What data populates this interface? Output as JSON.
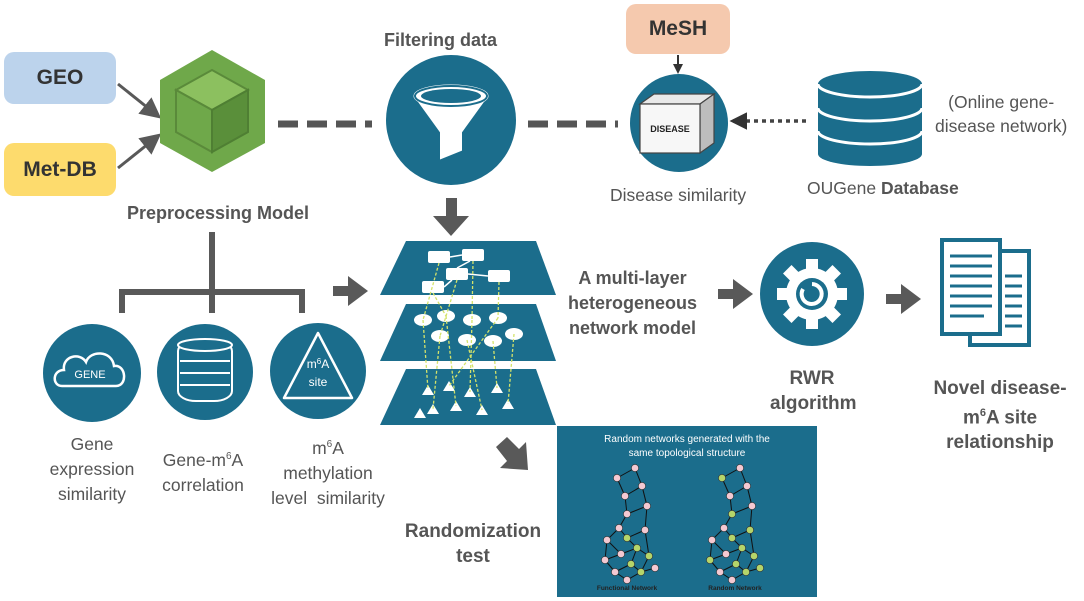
{
  "sources": {
    "geo": "GEO",
    "metdb": "Met-DB",
    "mesh": "MeSH"
  },
  "labels": {
    "filtering": "Filtering data",
    "preprocessing": "Preprocessing Model",
    "disease_similarity": "Disease similarity",
    "online_network": [
      "(Online gene-",
      "disease network)"
    ],
    "ougene_prefix": "OUGene ",
    "ougene_suffix": "Database",
    "multilayer": [
      "A multi-layer",
      "heterogeneous",
      "network model"
    ],
    "rwr": [
      "RWR",
      "algorithm"
    ],
    "novel": [
      "Novel disease-",
      "site",
      "relationship"
    ],
    "gene_expr": [
      "Gene",
      "expression",
      "similarity"
    ],
    "gene_m6a": [
      "correlation"
    ],
    "methylation": [
      "methylation",
      "level  similarity"
    ],
    "randomization": [
      "Randomization",
      "test"
    ]
  },
  "icons": {
    "gene_cloud": "GENE",
    "disease_box": "DISEASE",
    "site_tri": "site"
  },
  "random_panel": {
    "title": [
      "Random networks generated with the",
      "same topological structure"
    ],
    "functional": "Functional Network",
    "random": "Random Network"
  },
  "colors": {
    "teal": "#1b6d8c",
    "geo_box": "#bcd3ec",
    "metdb_box": "#fddb6d",
    "mesh_box": "#f5c9ae",
    "cube_green": "#6fa84a",
    "arrow_gray": "#595959",
    "node_pink": "#f4c9d2",
    "node_green": "#b5d56a"
  }
}
